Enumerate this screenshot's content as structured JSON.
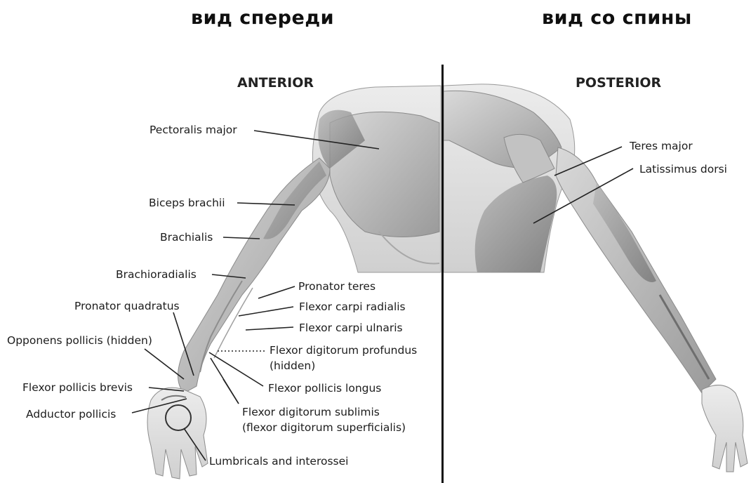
{
  "header": {
    "front_view": "вид спереди",
    "back_view": "вид со спины"
  },
  "anterior": {
    "title": "ANTERIOR",
    "labels": [
      {
        "id": "pectoralis-major",
        "text": "Pectoralis major"
      },
      {
        "id": "biceps-brachii",
        "text": "Biceps brachii"
      },
      {
        "id": "brachialis",
        "text": "Brachialis"
      },
      {
        "id": "brachioradialis",
        "text": "Brachioradialis"
      },
      {
        "id": "pronator-teres",
        "text": "Pronator teres"
      },
      {
        "id": "pronator-quadratus",
        "text": "Pronator quadratus"
      },
      {
        "id": "flexor-carpi-radialis",
        "text": "Flexor carpi radialis"
      },
      {
        "id": "flexor-carpi-ulnaris",
        "text": "Flexor carpi ulnaris"
      },
      {
        "id": "opponens-pollicis",
        "text": "Opponens pollicis (hidden)"
      },
      {
        "id": "flexor-digitorum-profundus",
        "text": "Flexor digitorum profundus"
      },
      {
        "id": "flexor-digitorum-profundus-2",
        "text": "(hidden)"
      },
      {
        "id": "flexor-pollicis-brevis",
        "text": "Flexor pollicis brevis"
      },
      {
        "id": "flexor-pollicis-longus",
        "text": "Flexor pollicis longus"
      },
      {
        "id": "adductor-pollicis",
        "text": "Adductor pollicis"
      },
      {
        "id": "flexor-digitorum-sublimis",
        "text": "Flexor digitorum sublimis"
      },
      {
        "id": "flexor-digitorum-sublimis-2",
        "text": "(flexor digitorum superficialis)"
      },
      {
        "id": "lumbricals",
        "text": "Lumbricals and interossei"
      }
    ]
  },
  "posterior": {
    "title": "POSTERIOR",
    "labels": [
      {
        "id": "teres-major",
        "text": "Teres major"
      },
      {
        "id": "latissimus-dorsi",
        "text": "Latissimus dorsi"
      }
    ]
  }
}
